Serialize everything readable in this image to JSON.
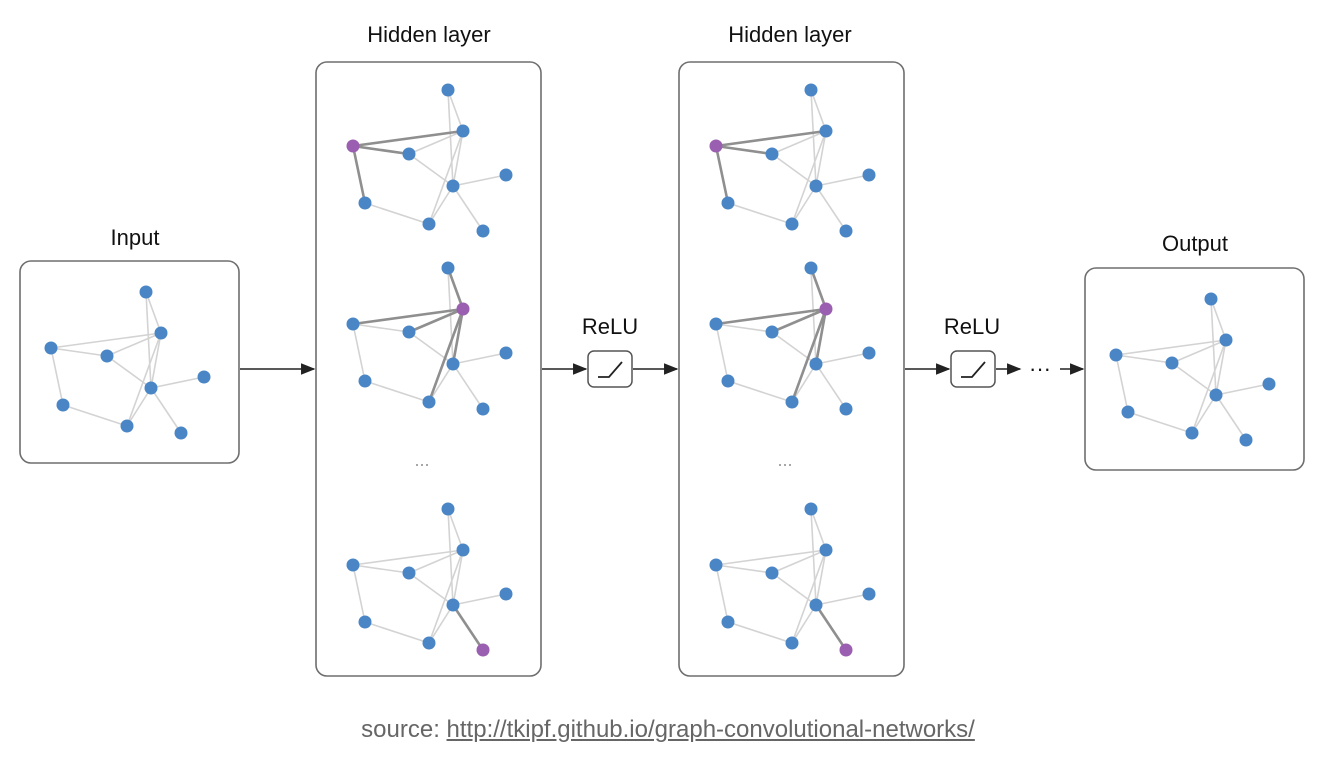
{
  "labels": {
    "input": "Input",
    "hidden1": "Hidden layer",
    "hidden2": "Hidden layer",
    "output": "Output",
    "relu1": "ReLU",
    "relu2": "ReLU",
    "ellipsis1": "...",
    "ellipsis2": "...",
    "trailing_ellipsis": "···"
  },
  "source": {
    "prefix": "source: ",
    "link_text": "http://tkipf.github.io/graph-convolutional-networks/"
  },
  "colors": {
    "node": "#4a86c5",
    "highlight_node": "#9a5fb0",
    "edge": "#d3d3d3",
    "active_edge": "#8f8f8f"
  },
  "graph": {
    "nodes": [
      "A",
      "B",
      "C",
      "D",
      "E",
      "F",
      "G",
      "H",
      "I"
    ],
    "edges": [
      [
        "A",
        "C"
      ],
      [
        "A",
        "D"
      ],
      [
        "A",
        "G"
      ],
      [
        "C",
        "D"
      ],
      [
        "B",
        "D"
      ],
      [
        "B",
        "E"
      ],
      [
        "C",
        "E"
      ],
      [
        "D",
        "E"
      ],
      [
        "E",
        "F"
      ],
      [
        "E",
        "H"
      ],
      [
        "E",
        "I"
      ],
      [
        "G",
        "H"
      ],
      [
        "D",
        "H"
      ]
    ]
  },
  "panels": [
    {
      "id": "input",
      "highlight": null,
      "active_edges": []
    },
    {
      "id": "hidden1-top",
      "highlight": "A",
      "active_edges": [
        [
          "A",
          "C"
        ],
        [
          "A",
          "D"
        ],
        [
          "A",
          "G"
        ]
      ]
    },
    {
      "id": "hidden1-mid",
      "highlight": "D",
      "active_edges": [
        [
          "A",
          "D"
        ],
        [
          "C",
          "D"
        ],
        [
          "B",
          "D"
        ],
        [
          "D",
          "E"
        ],
        [
          "D",
          "H"
        ]
      ]
    },
    {
      "id": "hidden1-bot",
      "highlight": "I",
      "active_edges": [
        [
          "E",
          "I"
        ]
      ]
    },
    {
      "id": "hidden2-top",
      "highlight": "A",
      "active_edges": [
        [
          "A",
          "C"
        ],
        [
          "A",
          "D"
        ],
        [
          "A",
          "G"
        ]
      ]
    },
    {
      "id": "hidden2-mid",
      "highlight": "D",
      "active_edges": [
        [
          "A",
          "D"
        ],
        [
          "C",
          "D"
        ],
        [
          "B",
          "D"
        ],
        [
          "D",
          "E"
        ],
        [
          "D",
          "H"
        ]
      ]
    },
    {
      "id": "hidden2-bot",
      "highlight": "I",
      "active_edges": [
        [
          "E",
          "I"
        ]
      ]
    },
    {
      "id": "output",
      "highlight": null,
      "active_edges": []
    }
  ]
}
